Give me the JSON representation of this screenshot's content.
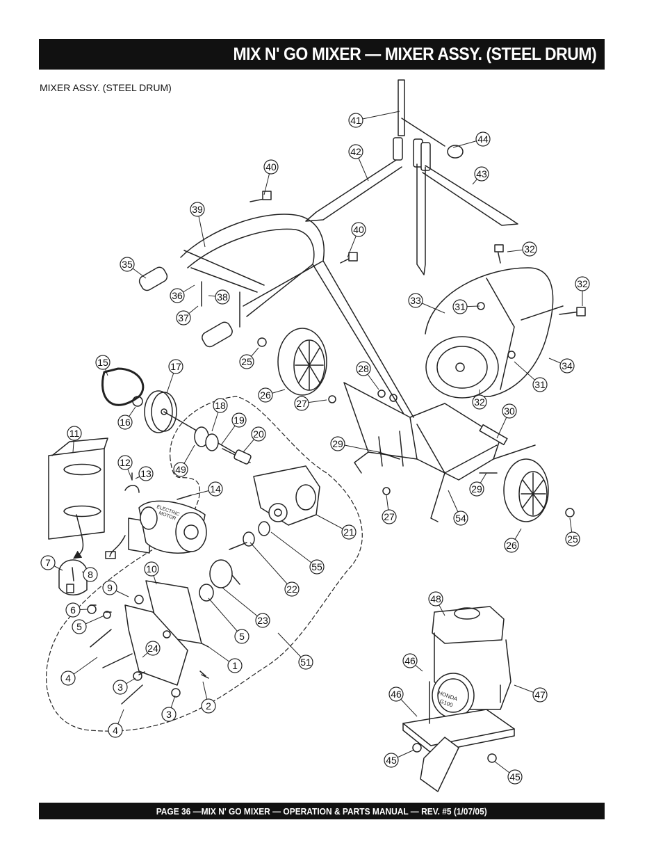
{
  "header": {
    "title": "MIX N' GO MIXER  —  MIXER ASSY. (STEEL DRUM)"
  },
  "subtitle": "MIXER ASSY. (STEEL DRUM)",
  "motor_label": {
    "line1": "ELECTRIC",
    "line2": "MOTOR"
  },
  "engine_label": {
    "line1": "HONDA",
    "line2": "G100"
  },
  "callouts": [
    "41",
    "44",
    "42",
    "43",
    "40",
    "39",
    "40",
    "32",
    "35",
    "36",
    "38",
    "37",
    "32",
    "33",
    "31",
    "25",
    "34",
    "15",
    "17",
    "28",
    "26",
    "27",
    "31",
    "32",
    "18",
    "16",
    "19",
    "30",
    "20",
    "11",
    "29",
    "49",
    "12",
    "13",
    "14",
    "29",
    "27",
    "54",
    "21",
    "26",
    "25",
    "7",
    "8",
    "55",
    "10",
    "22",
    "9",
    "6",
    "5",
    "23",
    "24",
    "5",
    "1",
    "51",
    "4",
    "3",
    "2",
    "3",
    "4",
    "48",
    "46",
    "47",
    "46",
    "45",
    "45"
  ],
  "footer": {
    "text": "PAGE 36 —MIX N' GO MIXER —  OPERATION & PARTS MANUAL — REV. #5 (1/07/05)"
  }
}
